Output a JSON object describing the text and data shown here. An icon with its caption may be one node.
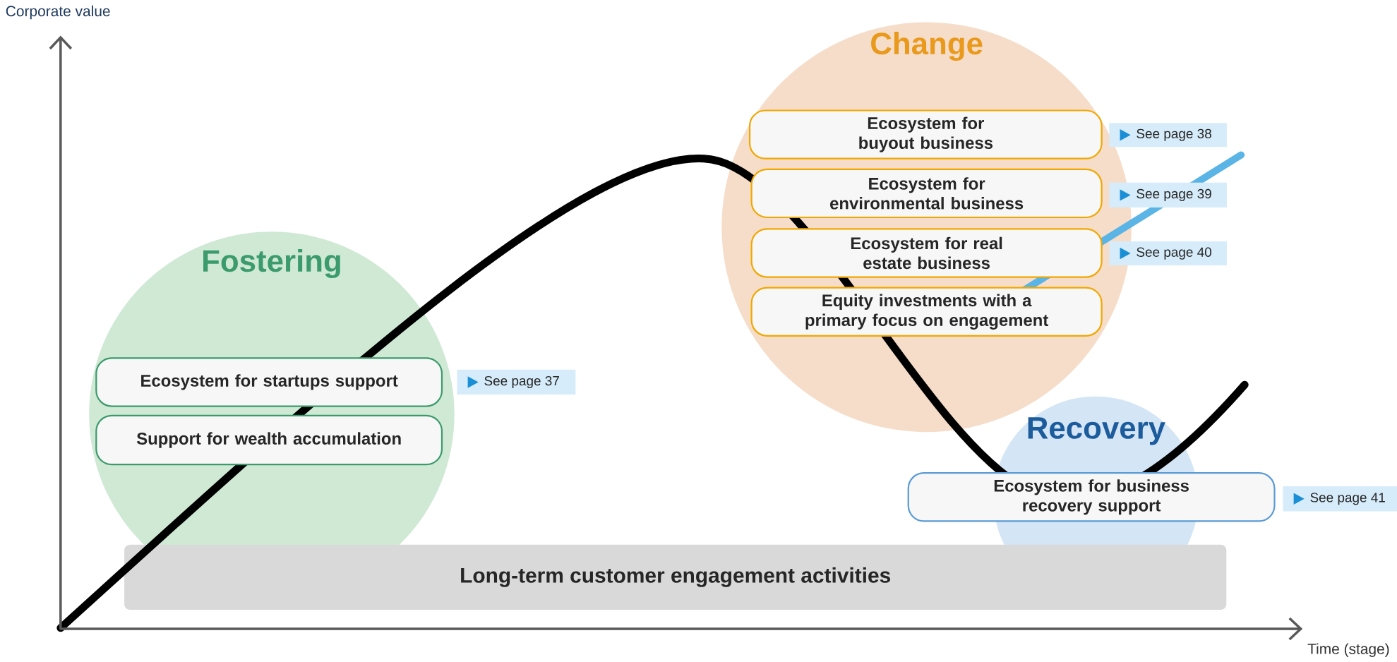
{
  "diagram": {
    "nodes": [
      {
        "text": [
          "Fostering"
        ]
      },
      {
        "text": [
          "Ecosystem for startups support"
        ],
        "in": 0,
        "beside": [
          "See page 37"
        ]
      },
      {
        "text": [
          "Support for wealth accumulation"
        ],
        "in": 0
      },
      {
        "text": [
          "Change"
        ]
      },
      {
        "text": [
          "Ecosystem for buyout business"
        ],
        "in": 3,
        "beside": [
          "See page 38"
        ]
      },
      {
        "text": [
          "Ecosystem for environmental business"
        ],
        "in": 3,
        "beside": [
          "See page 39"
        ]
      },
      {
        "text": [
          "Ecosystem for real estate business"
        ],
        "in": 3,
        "beside": [
          "See page 40"
        ]
      },
      {
        "text": [
          "Equity investments with a primary focus on engagement"
        ],
        "in": 3
      },
      {
        "text": [
          "Recovery"
        ]
      },
      {
        "text": [
          "Ecosystem for business recovery support"
        ],
        "beside": [
          "See page 41"
        ]
      },
      {
        "text": [
          "Long-term customer engagement activities"
        ]
      }
    ],
    "labels": [
      "Corporate value",
      "Time (stage)"
    ]
  }
}
